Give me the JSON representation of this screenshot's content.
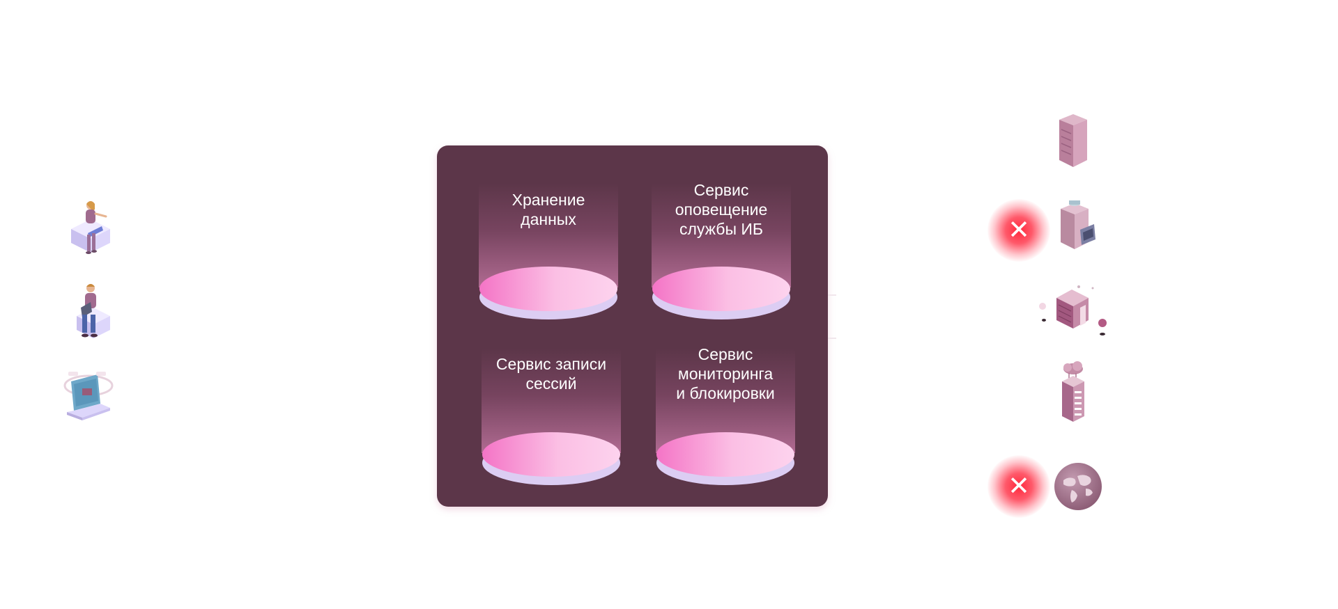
{
  "services": [
    {
      "label": "Хранение\nданных"
    },
    {
      "label": "Сервис\nоповещение\nслужбы ИБ"
    },
    {
      "label": "Сервис записи\nсессий"
    },
    {
      "label": "Сервис\nмониторинга\nи блокировки"
    }
  ],
  "colors": {
    "panel": "#5c3649",
    "disk_top": "#f7a6d8",
    "disk_side": "#dccdf3",
    "blocked": "#ff3347"
  },
  "left_icons": [
    "user-woman-laptop-icon",
    "user-man-laptop-icon",
    "laptop-icon"
  ],
  "right_icons": [
    "server-rack-icon",
    "database-server-icon",
    "datacenter-building-icon",
    "cloud-server-icon",
    "globe-icon"
  ],
  "blocked_mark": "✕"
}
